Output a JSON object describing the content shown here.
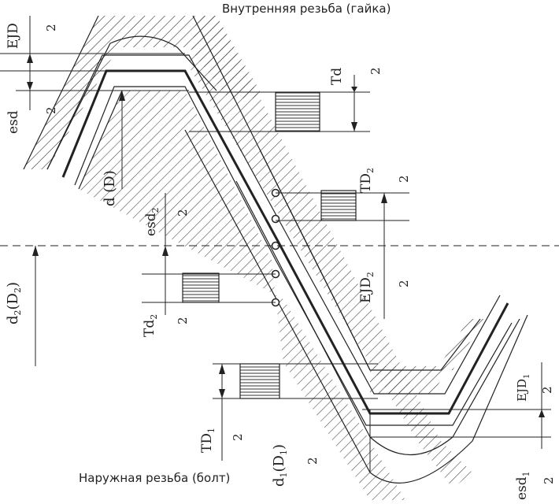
{
  "captions": {
    "top": "Внутренняя резьба (гайка)",
    "bottom": "Наружная резьба (болт)"
  },
  "labels": {
    "ejd": "EJD",
    "esd": "esd",
    "d_D": "d (D)",
    "td": "Td",
    "esd2": "esd",
    "esd2_sub": "2",
    "td2_upper": "TD",
    "td2_upper_sub": "2",
    "ejd2": "EJD",
    "ejd2_sub": "2",
    "d2_D2": "d",
    "d2_D2_sub1": "2",
    "d2_D2_paren": "(D",
    "d2_D2_sub2": "2",
    "d2_D2_close": ")",
    "td2_lower": "Td",
    "td2_lower_sub": "2",
    "td1": "TD",
    "td1_sub": "1",
    "d1_D1": "d",
    "d1_D1_sub1": "1",
    "d1_D1_paren": "(D",
    "d1_D1_sub2": "1",
    "d1_D1_close": ")",
    "ejd1": "EJD",
    "ejd1_sub": "1",
    "esd1": "esd",
    "esd1_sub": "1",
    "two": "2"
  },
  "colors": {
    "ink": "#222222",
    "paper": "#ffffff"
  }
}
